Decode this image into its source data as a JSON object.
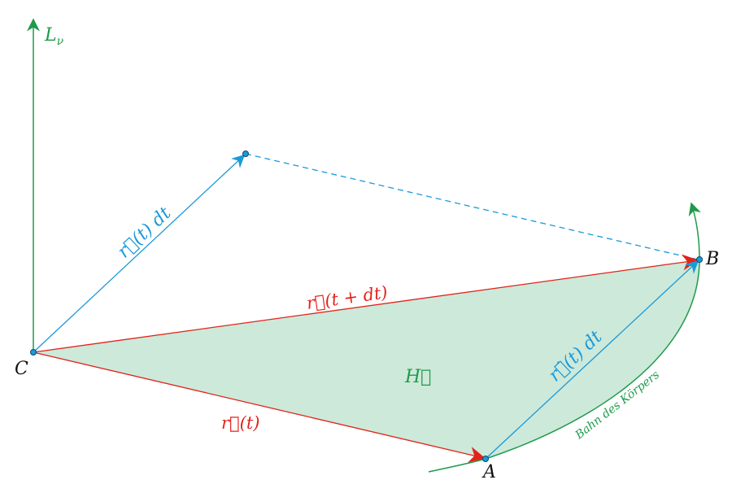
{
  "colors": {
    "red": "#e2231a",
    "blue": "#1a9ad9",
    "green": "#1e9a4a",
    "fill": "#cde9da",
    "black": "#111111"
  },
  "labels": {
    "axis": "L",
    "axis_sub": "ν",
    "point_c": "C",
    "point_a": "A",
    "point_b": "B",
    "r_t": "r⃗(t)",
    "r_t_dt": "r⃗(t + dt)",
    "rdot_dt_upper": "r⃗(t) dt",
    "rdot_dt_lower": "r⃗̇(t) dt",
    "h_vector": "H⃗",
    "orbit": "Bahn des Körpers"
  }
}
